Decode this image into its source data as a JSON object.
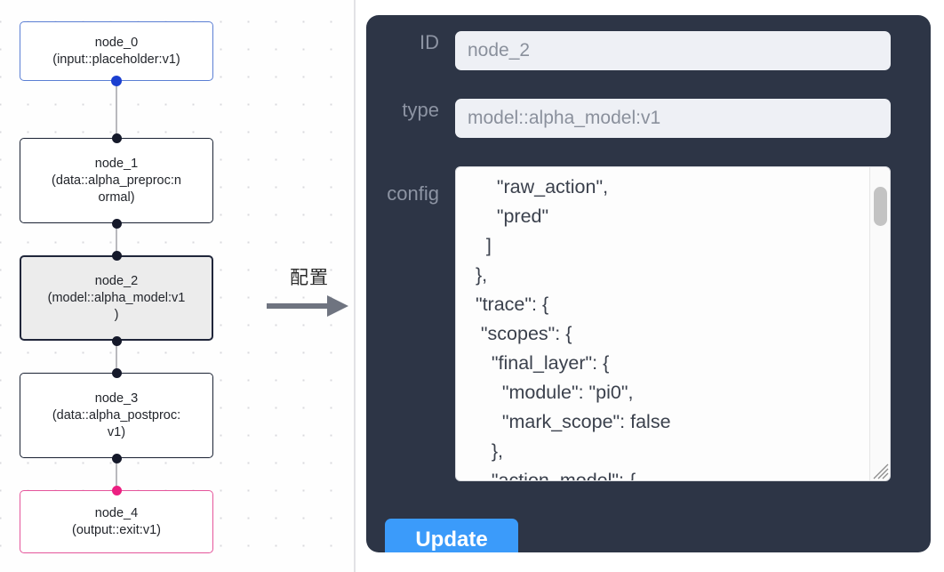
{
  "graph": {
    "transition_label": "配置",
    "arrow_icon": "right-arrow-icon",
    "nodes": [
      {
        "id": "node_0",
        "title": "node_0",
        "subtitle": "(input::placeholder:v1)",
        "label": "node_0\n(input::placeholder:v1)",
        "state": "first",
        "accent": "#5b7fd4"
      },
      {
        "id": "node_1",
        "title": "node_1",
        "subtitle": "(data::alpha_preproc:normal)",
        "label": "node_1\n(data::alpha_preproc:n\normal)",
        "state": "default",
        "accent": "#1a2233"
      },
      {
        "id": "node_2",
        "title": "node_2",
        "subtitle": "(model::alpha_model:v1)",
        "label": "node_2\n(model::alpha_model:v1\n)",
        "state": "selected",
        "accent": "#20263a"
      },
      {
        "id": "node_3",
        "title": "node_3",
        "subtitle": "(data::alpha_postproc:v1)",
        "label": "node_3\n(data::alpha_postproc:\nv1)",
        "state": "default",
        "accent": "#1a2233"
      },
      {
        "id": "node_4",
        "title": "node_4",
        "subtitle": "(output::exit:v1)",
        "label": "node_4\n(output::exit:v1)",
        "state": "terminal",
        "accent": "#e5559b"
      }
    ]
  },
  "panel": {
    "fields": {
      "id": {
        "label": "ID",
        "value": "node_2",
        "placeholder": "node_2"
      },
      "type": {
        "label": "type",
        "value": "model::alpha_model:v1",
        "placeholder": "model::alpha_model:v1"
      },
      "config": {
        "label": "config",
        "value": "      \"raw_action\",\n      \"pred\"\n    ]\n  },\n  \"trace\": {\n   \"scopes\": {\n     \"final_layer\": {\n       \"module\": \"pi0\",\n       \"mark_scope\": false\n     },\n     \"action_model\": {",
        "scrollbar": {
          "thumb_position": "near-top"
        },
        "resize_handle_icon": "resize-grip-icon"
      }
    },
    "update_button": {
      "label": "Update",
      "color": "#3b9bfa"
    },
    "background_color": "#2d3546",
    "label_color": "#8d94a3",
    "input_background": "#eef0f5"
  }
}
